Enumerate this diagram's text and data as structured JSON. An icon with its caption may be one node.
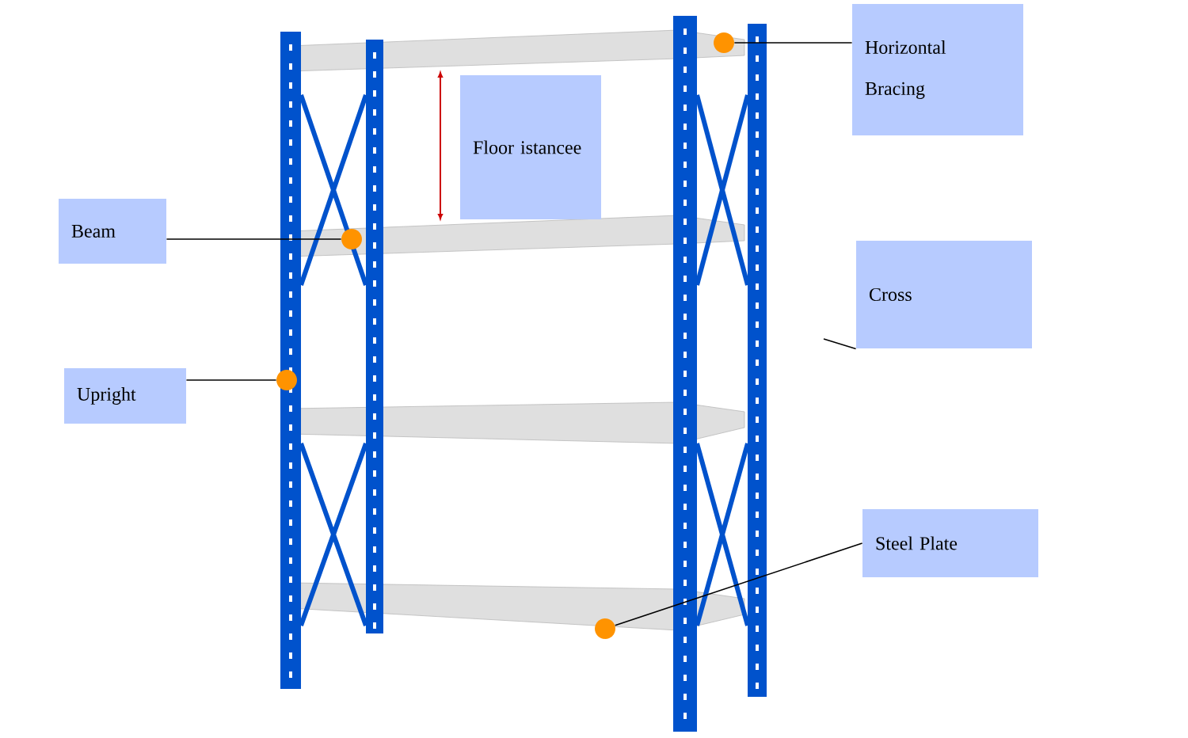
{
  "diagram": {
    "nodes": [
      {
        "text": [
          "Horizontal Bracing"
        ]
      },
      {
        "text": [],
        "shape": "circle"
      },
      {
        "text": [
          "Floor istancee"
        ]
      },
      {
        "text": [
          "Beam"
        ]
      },
      {
        "text": [],
        "shape": "circle"
      },
      {
        "text": [
          "Cross"
        ]
      },
      {
        "text": [
          "Upright"
        ]
      },
      {
        "text": [],
        "shape": "circle"
      },
      {
        "text": [
          "Steel Plate"
        ]
      },
      {
        "text": [],
        "shape": "circle"
      }
    ],
    "edges": [
      {
        "from": 0,
        "to": 1,
        "arrow": "none"
      },
      {
        "from": 3,
        "to": 4,
        "arrow": "none"
      },
      {
        "from": 5,
        "to": null,
        "arrow": "none"
      },
      {
        "from": 6,
        "to": 7,
        "arrow": "none"
      },
      {
        "from": 8,
        "to": 9,
        "arrow": "none"
      }
    ]
  }
}
